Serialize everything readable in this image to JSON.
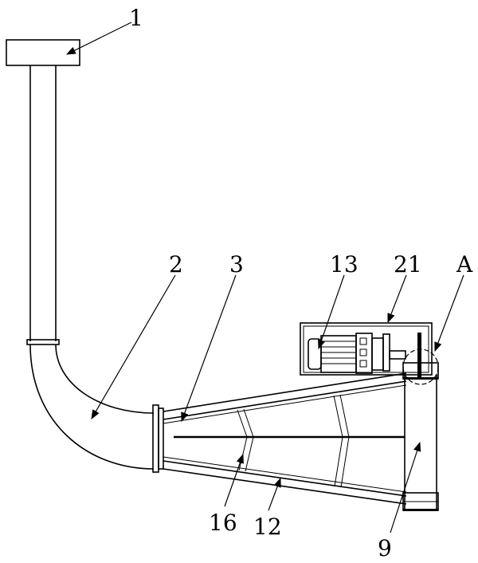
{
  "figure": {
    "labels": {
      "part_1": "1",
      "part_2": "2",
      "part_3": "3",
      "part_13": "13",
      "part_21": "21",
      "detail_A": "A",
      "part_16": "16",
      "part_12": "12",
      "part_9": "9"
    },
    "colors": {
      "line": "#000000",
      "background": "#ffffff"
    }
  }
}
